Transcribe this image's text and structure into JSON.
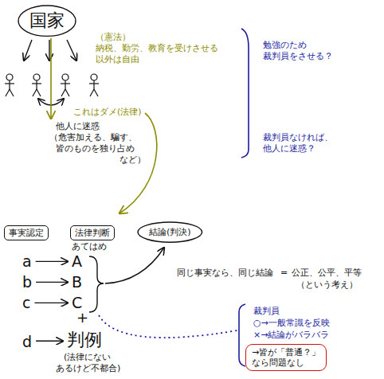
{
  "diagram": {
    "nodes": [
      {
        "text": [
          "国家"
        ]
      },
      {
        "text": [
          "事実認定"
        ]
      },
      {
        "text": [
          "法律判断"
        ]
      },
      {
        "text": [
          "結論(判決)"
        ]
      },
      {
        "text": [
          "a"
        ]
      },
      {
        "text": [
          "A"
        ]
      },
      {
        "text": [
          "b"
        ]
      },
      {
        "text": [
          "B"
        ]
      },
      {
        "text": [
          "c"
        ]
      },
      {
        "text": [
          "C"
        ]
      },
      {
        "text": [
          "d"
        ]
      },
      {
        "text": [
          "判例"
        ]
      },
      {
        "text": [
          "→皆が「普通？」",
          "なら問題なし"
        ]
      }
    ],
    "edges": [
      {
        "from": 4,
        "to": 5,
        "arrow": "to"
      },
      {
        "from": 6,
        "to": 7,
        "arrow": "to"
      },
      {
        "from": 8,
        "to": 9,
        "arrow": "to"
      },
      {
        "from": 10,
        "to": 11,
        "arrow": "to"
      }
    ],
    "labels": [
      "（憲法）",
      "納税、勤労、教育を受けさせる",
      "以外は自由",
      "これはダメ(法律)",
      "他人に迷惑",
      "（危害加える、騙す、",
      "皆のものを独り占め",
      "など）",
      "勉強のため",
      "裁判員をさせる？",
      "裁判員なければ、",
      "他人に迷惑？",
      "あてはめ",
      "+",
      "(法律にない",
      "あるけど不都合)",
      "同じ事実なら、同じ結論",
      "=",
      "公正、公平、平等",
      "（という考え）",
      "裁判員",
      "○→一般常識を反映",
      "×→結論がバラバラ"
    ]
  }
}
